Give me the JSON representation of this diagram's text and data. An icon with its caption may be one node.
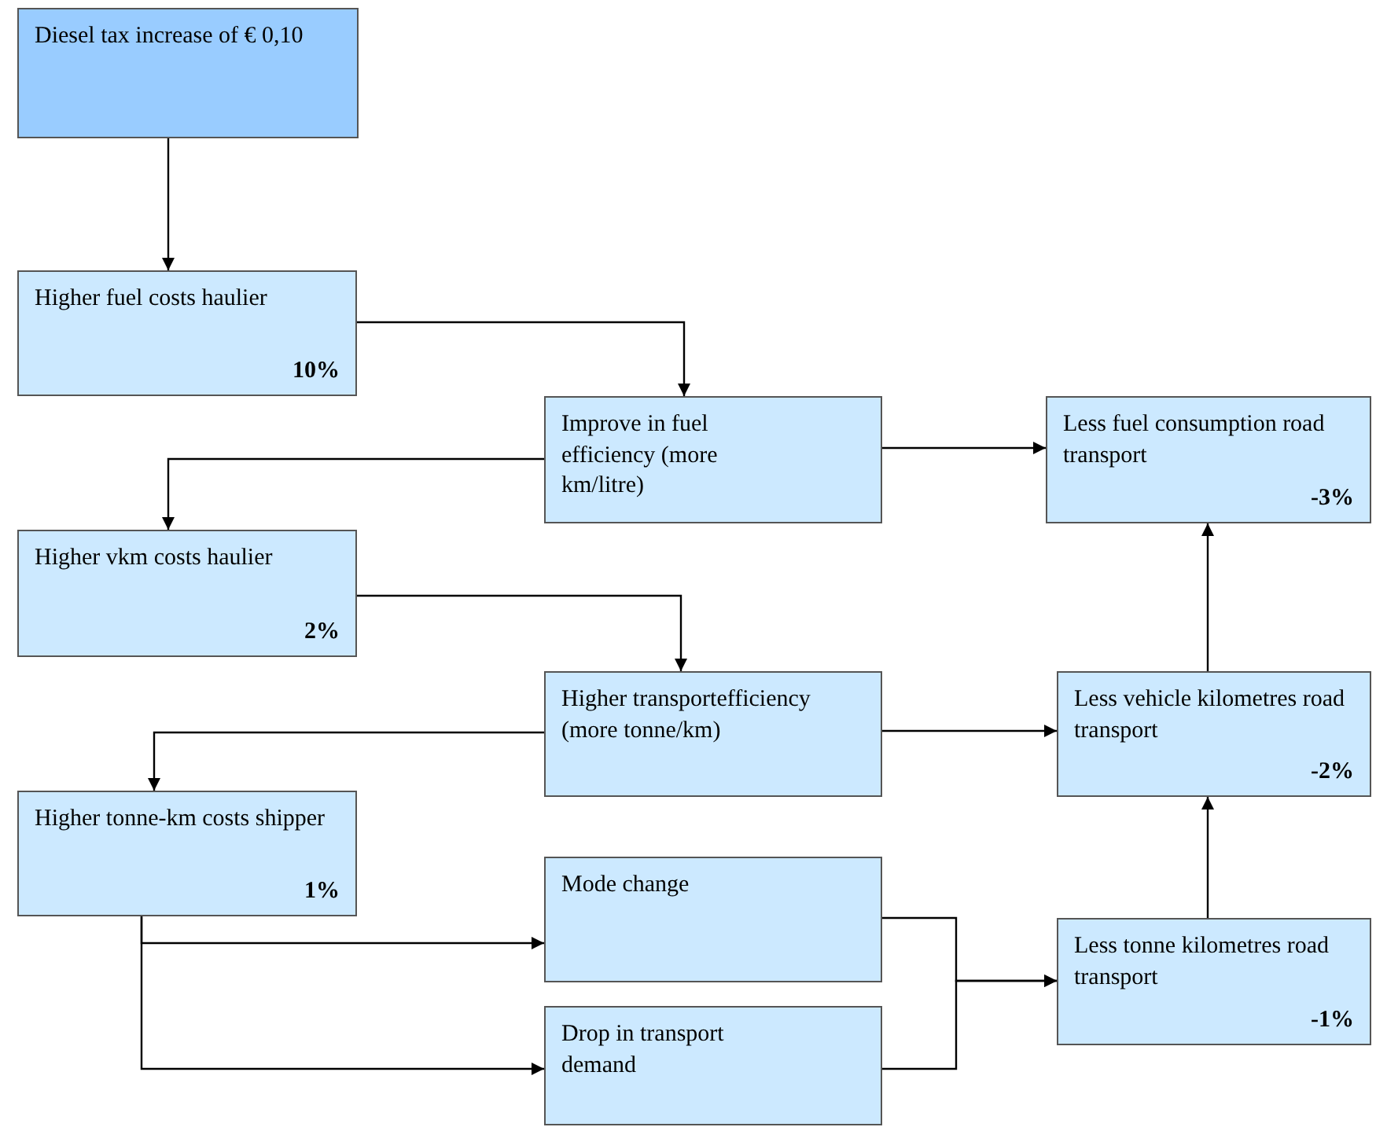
{
  "diagram": {
    "nodes": [
      {
        "text": [
          "Diesel tax increase of € 0,10"
        ]
      },
      {
        "text": [
          "Higher fuel costs haulier",
          "10%"
        ]
      },
      {
        "text": [
          "Improve in fuel efficiency (more km/litre)"
        ]
      },
      {
        "text": [
          "Less fuel consumption road transport",
          "-3%"
        ]
      },
      {
        "text": [
          "Higher vkm costs haulier",
          "2%"
        ]
      },
      {
        "text": [
          "Higher transportefficiency (more tonne/km)"
        ]
      },
      {
        "text": [
          "Less vehicle kilometres road transport",
          "-2%"
        ]
      },
      {
        "text": [
          "Higher tonne-km costs shipper",
          "1%"
        ]
      },
      {
        "text": [
          "Mode change"
        ]
      },
      {
        "text": [
          "Drop in transport demand"
        ]
      },
      {
        "text": [
          "Less tonne kilometres road transport",
          "-1%"
        ]
      }
    ],
    "edges": [
      {
        "from": 0,
        "to": 1,
        "arrow": "to"
      },
      {
        "from": 1,
        "to": 2,
        "arrow": "to"
      },
      {
        "from": 2,
        "to": 3,
        "arrow": "to"
      },
      {
        "from": 2,
        "to": 4,
        "arrow": "to"
      },
      {
        "from": 4,
        "to": 5,
        "arrow": "to"
      },
      {
        "from": 5,
        "to": 6,
        "arrow": "to"
      },
      {
        "from": 5,
        "to": 7,
        "arrow": "to"
      },
      {
        "from": 7,
        "to": 8,
        "arrow": "to"
      },
      {
        "from": 7,
        "to": 9,
        "arrow": "to"
      },
      {
        "from": 8,
        "to": 10,
        "arrow": "to"
      },
      {
        "from": 9,
        "to": 10,
        "arrow": "to"
      },
      {
        "from": 10,
        "to": 6,
        "arrow": "to"
      },
      {
        "from": 6,
        "to": 3,
        "arrow": "to"
      }
    ]
  }
}
